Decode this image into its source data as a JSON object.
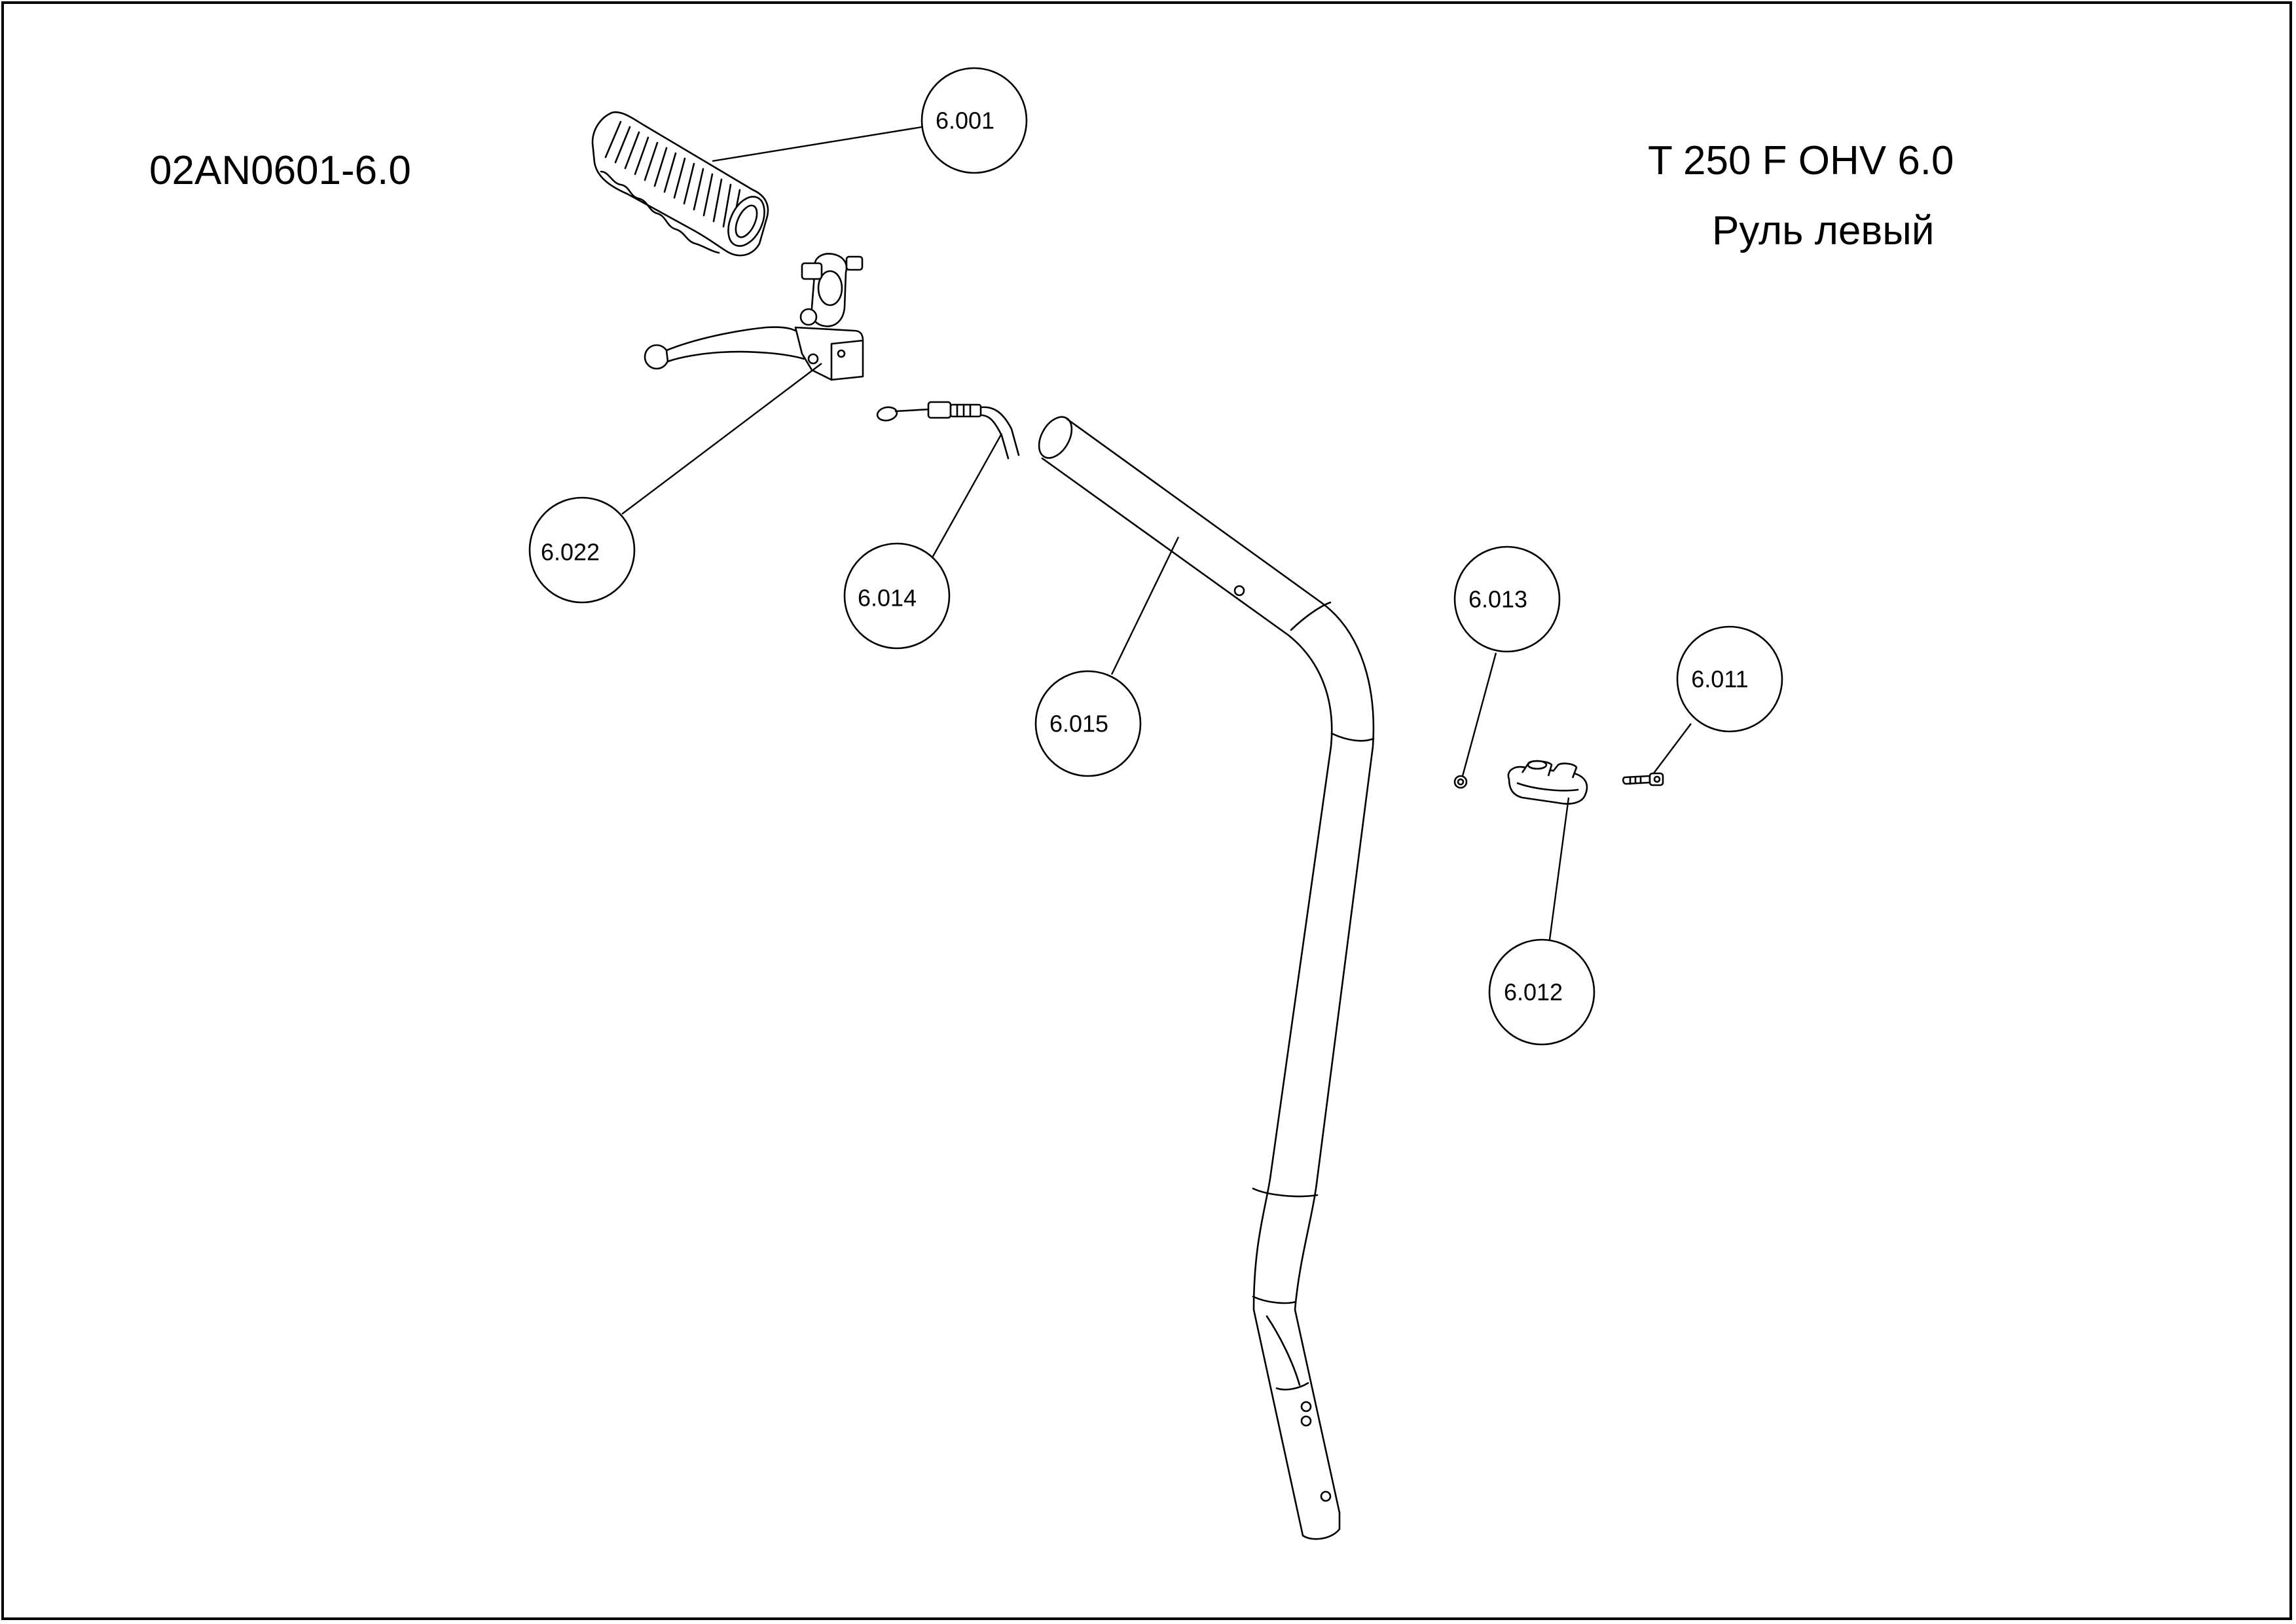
{
  "drawing": {
    "code": "02AN0601-6.0",
    "model": "T 250 F OHV 6.0",
    "assembly_name": "Руль левый"
  },
  "callouts": [
    {
      "id": "6.001",
      "part": "grip"
    },
    {
      "id": "6.022",
      "part": "lever"
    },
    {
      "id": "6.014",
      "part": "cable"
    },
    {
      "id": "6.015",
      "part": "handlebar-tube"
    },
    {
      "id": "6.013",
      "part": "nut"
    },
    {
      "id": "6.011",
      "part": "bolt"
    },
    {
      "id": "6.012",
      "part": "clamp"
    }
  ]
}
